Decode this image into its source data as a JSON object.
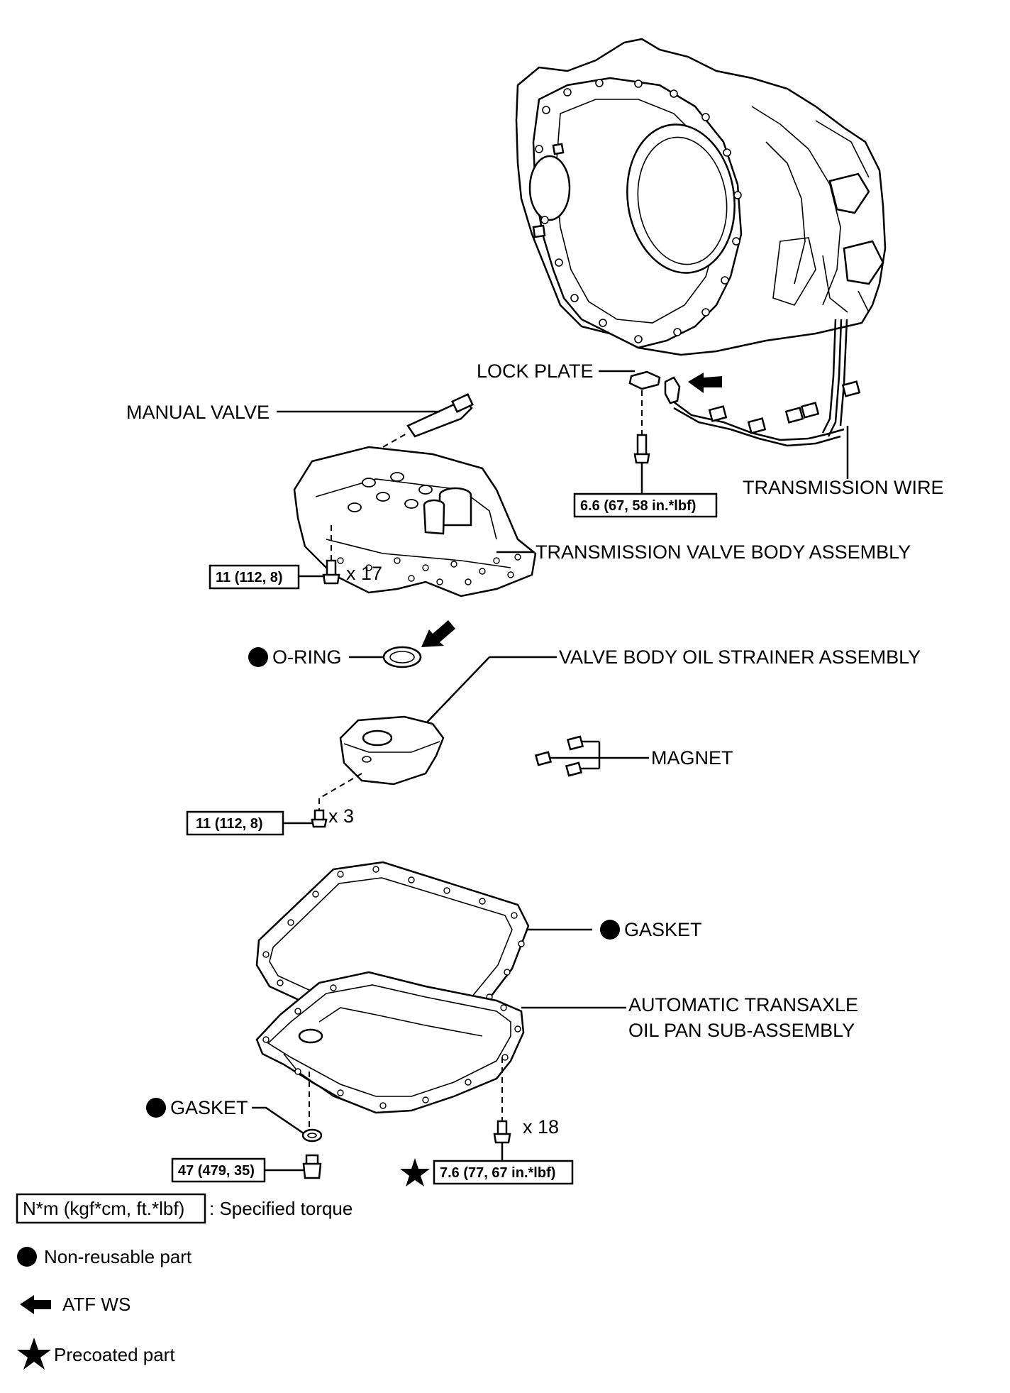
{
  "labels": {
    "lock_plate": "LOCK PLATE",
    "manual_valve": "MANUAL VALVE",
    "transmission_wire": "TRANSMISSION WIRE",
    "valve_body": "TRANSMISSION VALVE BODY ASSEMBLY",
    "o_ring": "O-RING",
    "strainer": "VALVE BODY OIL STRAINER ASSEMBLY",
    "magnet": "MAGNET",
    "gasket_pan": "GASKET",
    "oil_pan_line1": "AUTOMATIC TRANSAXLE",
    "oil_pan_line2": "OIL PAN SUB-ASSEMBLY",
    "gasket_drain": "GASKET"
  },
  "torques": {
    "lock_plate_bolt": "6.6 (67, 58 in.*lbf)",
    "valve_body_bolts": "11 (112, 8)",
    "strainer_bolts": "11 (112, 8)",
    "drain_plug": "47 (479, 35)",
    "pan_bolts": "7.6 (77, 67 in.*lbf)"
  },
  "quantities": {
    "valve_body_bolts": "x 17",
    "strainer_bolts": "x 3",
    "pan_bolts": "x 18"
  },
  "legend": {
    "torque_box": "N*m (kgf*cm, ft.*lbf)",
    "torque_desc": ": Specified torque",
    "non_reusable": "Non-reusable part",
    "atf": "ATF WS",
    "precoated": "Precoated part"
  },
  "symbols": {
    "non_reusable": "filled-circle",
    "atf": "left-arrow",
    "precoated": "star"
  }
}
